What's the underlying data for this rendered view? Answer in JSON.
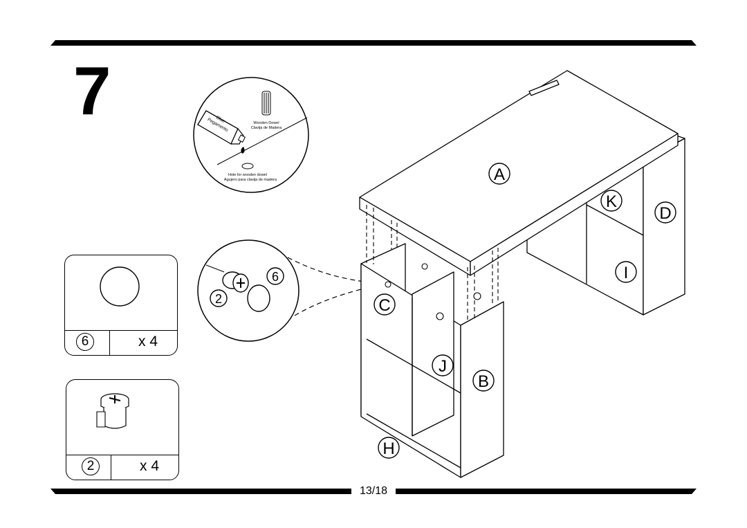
{
  "step": {
    "number": "7"
  },
  "hardware_detail": {
    "glue_label": "Glue",
    "glue_label_es": "Pegamento",
    "dowel_label": "Wooden Dowel",
    "dowel_label_es": "Clavija de Madera",
    "hole_label": "Hole for wooden dowel",
    "hole_label_es": "Agujero para clavija de madera"
  },
  "cam_detail": {
    "cam_number": "2",
    "cap_number": "6"
  },
  "parts": [
    {
      "number": "6",
      "quantity": "x 4",
      "icon": "cap-cover-icon"
    },
    {
      "number": "2",
      "quantity": "x 4",
      "icon": "cam-lock-icon"
    }
  ],
  "panel_labels": {
    "A": "A",
    "B": "B",
    "C": "C",
    "D": "D",
    "H": "H",
    "I": "I",
    "J": "J",
    "K": "K"
  },
  "page": {
    "number": "13/18"
  }
}
